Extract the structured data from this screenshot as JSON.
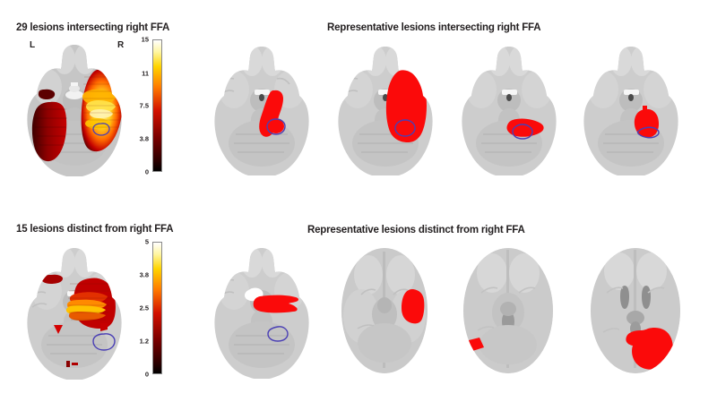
{
  "figure": {
    "background": "#ffffff",
    "lesion_color": "#fb0a0a",
    "ffa_outline_color": "#4a3fb5",
    "brain_gray": "#c9c9c9"
  },
  "panels": {
    "top_left": {
      "title": "29 lesions intersecting right FFA",
      "hemisphere_labels": {
        "left": "L",
        "right": "R"
      },
      "colorbar": {
        "ticks": [
          "15",
          "11",
          "7.5",
          "3.8",
          "0"
        ],
        "min": "0",
        "max": "15"
      }
    },
    "top_right": {
      "title": "Representative lesions intersecting right FFA",
      "slice_count": 4
    },
    "bottom_left": {
      "title": "15 lesions distinct from right FFA",
      "colorbar": {
        "ticks": [
          "5",
          "3.8",
          "2.5",
          "1.2",
          "0"
        ],
        "min": "0",
        "max": "5"
      }
    },
    "bottom_right": {
      "title": "Representative lesions distinct from right FFA",
      "slice_count": 4
    }
  },
  "chart_data": {
    "type": "heatmap",
    "title": "Lesion overlap maps relative to right FFA",
    "maps": [
      {
        "name": "29 lesions intersecting right FFA",
        "type": "lesion-overlap-heatmap",
        "n_lesions": 29,
        "colorbar_ticks": [
          0,
          3.8,
          7.5,
          11,
          15
        ],
        "colorbar_range": [
          0,
          15
        ],
        "colormap": "hot (black-red-orange-yellow-white)",
        "view": "axial",
        "peak_hemisphere": "right"
      },
      {
        "name": "15 lesions distinct from right FFA",
        "type": "lesion-overlap-heatmap",
        "n_lesions": 15,
        "colorbar_ticks": [
          0,
          1.2,
          2.5,
          3.8,
          5
        ],
        "colorbar_range": [
          0,
          5
        ],
        "colormap": "hot (black-red-orange-yellow-white)",
        "view": "axial",
        "peak_hemisphere": "right"
      }
    ],
    "representative_slices": {
      "intersecting": 4,
      "distinct": 4
    }
  }
}
